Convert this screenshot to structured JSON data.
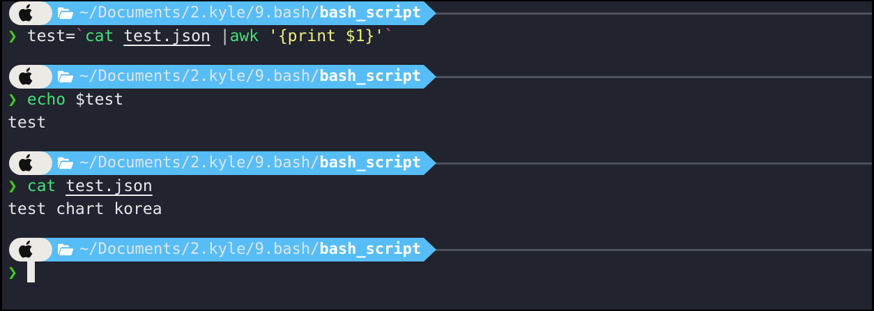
{
  "terminal": {
    "background_color": "#21232e",
    "accent_color": "#57bdf7",
    "prompt_symbol": "❯",
    "apple_icon": "apple-logo-icon",
    "folder_icon": "folder-icon",
    "rule_color": "#4e525e"
  },
  "path": {
    "prefix": "~/Documents/2.kyle/9.bash/",
    "leaf": "bash_script"
  },
  "blocks": [
    {
      "command": {
        "parts": [
          {
            "text": "test=",
            "color": "white"
          },
          {
            "text": "`",
            "color": "magenta"
          },
          {
            "text": "cat",
            "color": "green"
          },
          {
            "text": " ",
            "color": "white"
          },
          {
            "text": "test.json",
            "color": "white-underline"
          },
          {
            "text": " ",
            "color": "white"
          },
          {
            "text": "|",
            "color": "gray"
          },
          {
            "text": "awk",
            "color": "green"
          },
          {
            "text": " ",
            "color": "white"
          },
          {
            "text": "'{print $1}'",
            "color": "yellow"
          },
          {
            "text": "`",
            "color": "magenta"
          }
        ]
      },
      "output": []
    },
    {
      "command": {
        "parts": [
          {
            "text": "echo",
            "color": "green"
          },
          {
            "text": " $test",
            "color": "white"
          }
        ]
      },
      "output": [
        "test"
      ]
    },
    {
      "command": {
        "parts": [
          {
            "text": "cat",
            "color": "green"
          },
          {
            "text": " ",
            "color": "white"
          },
          {
            "text": "test.json",
            "color": "white-underline"
          }
        ]
      },
      "output": [
        "test chart korea"
      ]
    },
    {
      "command": {
        "parts": []
      },
      "output": [],
      "has_cursor": true
    }
  ]
}
